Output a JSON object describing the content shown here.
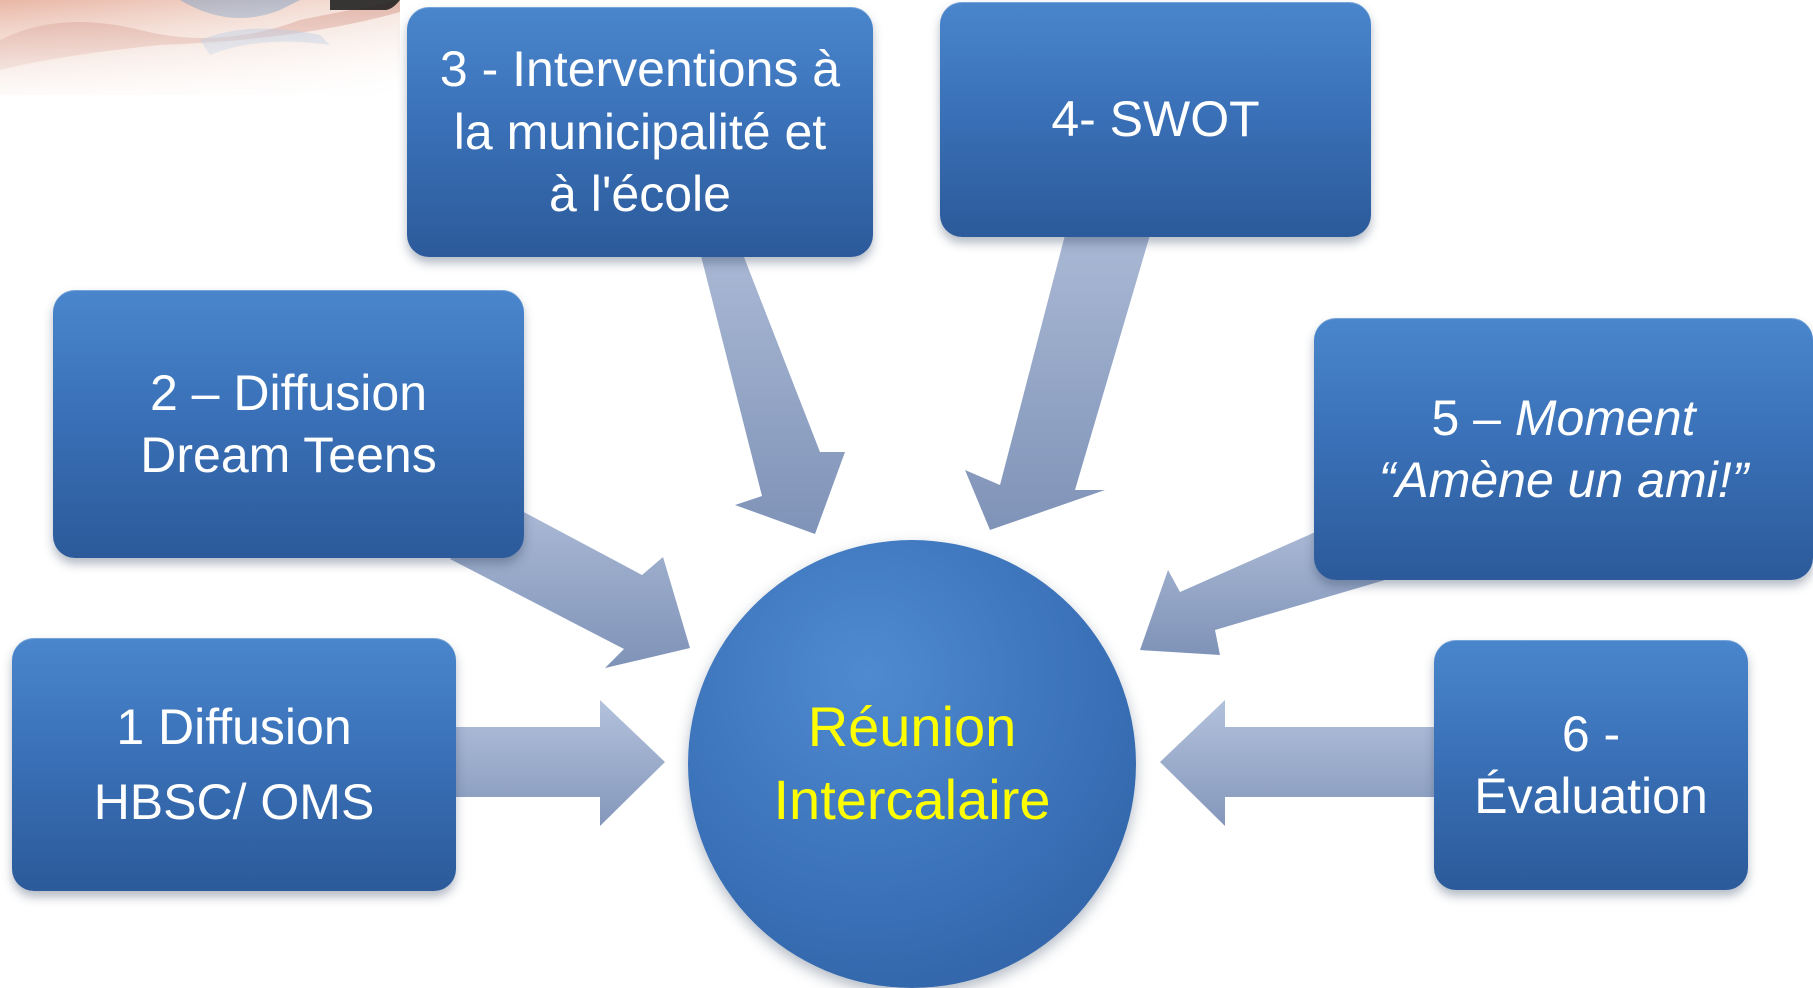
{
  "center": {
    "line1": "Réunion",
    "line2": "Intercalaire"
  },
  "boxes": {
    "b1": {
      "line1": "1 Diffusion",
      "line2": "HBSC/ OMS"
    },
    "b2": {
      "line1": "2 – Diffusion",
      "line2": "Dream Teens"
    },
    "b3": {
      "line1": "3 - Interventions à",
      "line2": "la municipalité et",
      "line3": "à l'école"
    },
    "b4": {
      "line1": "4- SWOT"
    },
    "b5": {
      "line1_prefix": "5 – ",
      "line1_italic": "Moment",
      "line2": "“Amène un ami!”"
    },
    "b6": {
      "line1": "6 -",
      "line2": "Évaluation"
    }
  },
  "colors": {
    "box_fill": "#3a71b8",
    "center_text": "#ffff00",
    "arrow": "#8fa3c6"
  }
}
